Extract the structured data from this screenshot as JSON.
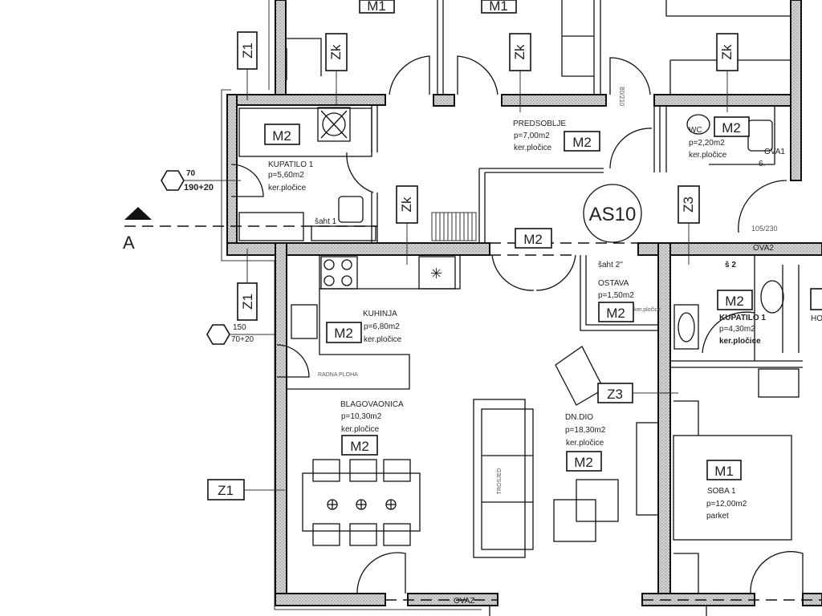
{
  "plan": {
    "unit_label": "AS10",
    "section_marker": "A",
    "rooms": [
      {
        "name": "KUPATILO 1",
        "area": "p=5,60m2",
        "floor": "ker.pločice",
        "code": "M2"
      },
      {
        "name": "PREDSOBLJE",
        "area": "p=7,00m2",
        "floor": "ker.pločice",
        "code": "M2"
      },
      {
        "name": "WC",
        "area": "p=2,20m2",
        "floor": "ker.pločice",
        "code": "M2"
      },
      {
        "name": "KUHINJA",
        "area": "p=6,80m2",
        "floor": "ker.pločice",
        "code": "M2"
      },
      {
        "name": "OSTAVA",
        "area": "p=1,50m2",
        "floor": "ker.pločice",
        "code": "M2"
      },
      {
        "name": "KUPATILO 1",
        "area": "p=4,30m2",
        "floor": "ker.pločice",
        "code": "M2"
      },
      {
        "name": "BLAGOVAONICA",
        "area": "p=10,30m2",
        "floor": "ker.pločice",
        "code": "M2"
      },
      {
        "name": "DN.DIO",
        "area": "p=18,30m2",
        "floor": "ker.pločice",
        "code": "M2"
      },
      {
        "name": "SOBA 1",
        "area": "p=12,00m2",
        "floor": "parket",
        "code": "M1"
      }
    ],
    "wall_tags": {
      "zk": "Zk",
      "z1": "Z1",
      "z3": "Z3",
      "m1": "M1",
      "m2": "M2"
    },
    "windows": [
      {
        "width": "70",
        "height": "190+20"
      },
      {
        "width": "150",
        "height": "70+20"
      }
    ],
    "annotations": {
      "saht1": "šaht 1",
      "saht2": "šaht 2\"",
      "s2": "š 2",
      "door_size": "105/230",
      "ovaz2": "OVA2",
      "ovaz1": "OVA1",
      "ovaz_bottom": "OVAZ",
      "six": "6.",
      "radna_ploha": "RADNA PLOHA",
      "sofa": "TROSJED",
      "door_dim_side": "80/210",
      "ho_partial": "HO"
    }
  }
}
